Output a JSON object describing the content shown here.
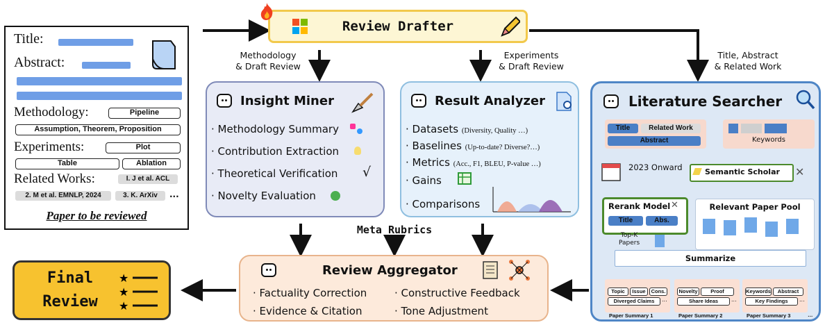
{
  "paper": {
    "title_label": "Title:",
    "abstract_label": "Abstract:",
    "methodology_label": "Methodology:",
    "experiments_label": "Experiments:",
    "related_label": "Related Works:",
    "tags": {
      "pipeline": "Pipeline",
      "assumption": "Assumption, Theorem, Proposition",
      "plot": "Plot",
      "table": "Table",
      "ablation": "Ablation"
    },
    "refs": [
      "I. J et al. ACL",
      "2. M et al. EMNLP, 2024",
      "3. K. ArXiv",
      "..."
    ],
    "caption": "Paper to be reviewed"
  },
  "drafter": {
    "title": "Review Drafter"
  },
  "edges": {
    "methodology": "Methodology\n& Draft Review",
    "experiments": "Experiments\n& Draft Review",
    "related": "Title, Abstract\n& Related Work",
    "meta": "Meta Rubrics"
  },
  "insight": {
    "title": "Insight Miner",
    "items": [
      "· Methodology Summary",
      "· Contribution Extraction",
      "· Theoretical Verification",
      "· Novelty Evaluation"
    ],
    "sqrt": "√"
  },
  "result": {
    "title": "Result Analyzer",
    "items": [
      {
        "label": "· Datasets",
        "note": "(Diversity, Quality …)"
      },
      {
        "label": "· Baselines",
        "note": "(Up-to-date? Diverse?…)"
      },
      {
        "label": "· Metrics",
        "note": "(Acc., F1, BLEU, P-value …)"
      },
      {
        "label": "· Gains",
        "note": ""
      },
      {
        "label": "· Comparisons",
        "note": ""
      }
    ]
  },
  "lit": {
    "title": "Literature Searcher",
    "chips": {
      "title": "Title",
      "related": "Related Work",
      "abstract": "Abstract"
    },
    "keywords": "Keywords",
    "onward": "2023 Onward",
    "scholar": "Semantic Scholar",
    "rerank": "Rerank Model",
    "rerank_title": "Title",
    "rerank_abs": "Abs.",
    "pool": "Relevant Paper Pool",
    "topk": "Top-K\nPapers",
    "summarize": "Summarize",
    "s1": [
      "Topic",
      "Issue",
      "Cons.",
      "Diverged Claims",
      "..."
    ],
    "s2": [
      "Novelty",
      "Proof",
      "Share Ideas",
      "..."
    ],
    "s3": [
      "Keywords",
      "Abstract",
      "Key Findings",
      "..."
    ],
    "captions": [
      "Paper Summary 1",
      "Paper Summary 2",
      "Paper Summary 3",
      "…"
    ]
  },
  "aggregator": {
    "title": "Review Aggregator",
    "items": [
      "· Factuality Correction",
      "· Constructive Feedback",
      "· Evidence & Citation",
      "· Tone Adjustment"
    ]
  },
  "final": {
    "line1": "Final",
    "line2": "Review"
  },
  "colors": {
    "drafter_bg": "#fdf6d4",
    "drafter_border": "#f2c94c",
    "insight_bg": "#e8ebf6",
    "insight_border": "#7f8ab8",
    "result_bg": "#e6f1fb",
    "result_border": "#8fbfe0",
    "lit_bg": "#dde8f5",
    "lit_border": "#4f86c6",
    "agg_bg": "#fdeadb",
    "agg_border": "#e8b48c",
    "final_bg": "#f7c22f"
  }
}
